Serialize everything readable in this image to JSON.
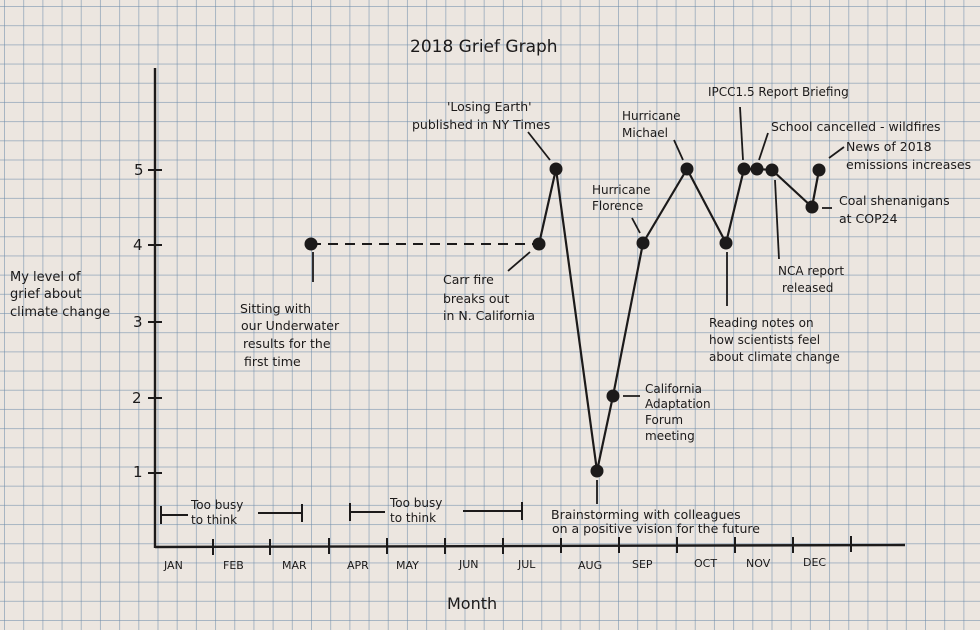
{
  "chart_data": {
    "type": "line",
    "title": "2018 Grief Graph",
    "xlabel": "Month",
    "ylabel": "My level of grief about climate change",
    "ylabel_lines": [
      "My level of",
      "grief about",
      "climate change"
    ],
    "categories": [
      "JAN",
      "FEB",
      "MAR",
      "APR",
      "MAY",
      "JUN",
      "JUL",
      "AUG",
      "SEP",
      "OCT",
      "NOV",
      "DEC"
    ],
    "yticks": [
      1,
      2,
      3,
      4,
      5
    ],
    "ylim": [
      0.2,
      6.3
    ],
    "grid": true,
    "legend": null,
    "series": [
      {
        "name": "Grief level",
        "points": [
          {
            "month_pos": 3.7,
            "value": 4.0,
            "label": "Sitting with our Underwater results for the first time"
          },
          {
            "month_pos": 6.6,
            "value": 4.0,
            "label": "Carr fire breaks out in N. California"
          },
          {
            "month_pos": 6.9,
            "value": 5.0,
            "label": "'Losing Earth' published in NY Times"
          },
          {
            "month_pos": 7.6,
            "value": 1.0,
            "label": "Brainstorming with colleagues on a positive vision for the future"
          },
          {
            "month_pos": 7.9,
            "value": 2.0,
            "label": "California Adaptation Forum meeting"
          },
          {
            "month_pos": 8.4,
            "value": 4.0,
            "label": "Hurricane Florence"
          },
          {
            "month_pos": 9.1,
            "value": 5.0,
            "label": "Hurricane Michael"
          },
          {
            "month_pos": 9.8,
            "value": 4.0,
            "label": "Reading notes on how scientists feel about climate change"
          },
          {
            "month_pos": 10.1,
            "value": 5.0,
            "label": "IPCC1.5 Report Briefing"
          },
          {
            "month_pos": 10.3,
            "value": 5.0,
            "label": "School cancelled - wildfires"
          },
          {
            "month_pos": 10.6,
            "value": 5.0,
            "label": "NCA report released"
          },
          {
            "month_pos": 11.2,
            "value": 4.5,
            "label": "Coal shenanigans at COP24"
          },
          {
            "month_pos": 11.4,
            "value": 5.0,
            "label": "News of 2018 emissions increases"
          }
        ]
      }
    ],
    "dashed_segment": {
      "from_index": 0,
      "to_index": 1,
      "note": "dashed line connecting Mar and Jul points at level 4"
    },
    "annotations": [
      {
        "text": "Too busy to think",
        "span": [
          "JAN",
          "MAR"
        ]
      },
      {
        "text": "Too busy to think",
        "span": [
          "APR",
          "JUL"
        ]
      }
    ]
  },
  "title": "2018 Grief Graph",
  "xlabel": "Month",
  "ylabel_lines": [
    "My level of",
    "grief about",
    "climate change"
  ],
  "yticks": [
    "1",
    "2",
    "3",
    "4",
    "5"
  ],
  "months": [
    "JAN",
    "FEB",
    "MAR",
    "APR",
    "MAY",
    "JUN",
    "JUL",
    "AUG",
    "SEP",
    "OCT",
    "NOV",
    "DEC"
  ],
  "busy": [
    "Too busy",
    "to think"
  ],
  "notes": {
    "underwater": [
      "Sitting with",
      "our Underwater",
      "results for the",
      "first time"
    ],
    "carr": [
      "Carr fire",
      "breaks out",
      "in N. California"
    ],
    "losing": [
      "'Losing Earth'",
      "published in NY Times"
    ],
    "brainstorm": [
      "Brainstorming with colleagues",
      "on a positive vision for the future"
    ],
    "cafm": [
      "California",
      "Adaptation",
      "Forum",
      "meeting"
    ],
    "florence": [
      "Hurricane",
      "Florence"
    ],
    "michael": [
      "Hurricane",
      "Michael"
    ],
    "reading": [
      "Reading notes on",
      "how scientists feel",
      "about climate change"
    ],
    "ipcc": [
      "IPCC1.5 Report Briefing"
    ],
    "school": [
      "School cancelled - wildfires"
    ],
    "nca": [
      "NCA report",
      "released"
    ],
    "coal": [
      "Coal shenanigans",
      "at COP24"
    ],
    "emissions": [
      "News of 2018",
      "emissions increases"
    ]
  },
  "colors": {
    "ink": "#1c1a1a",
    "paper": "#ece6e0",
    "grid": "#6e8caa"
  }
}
